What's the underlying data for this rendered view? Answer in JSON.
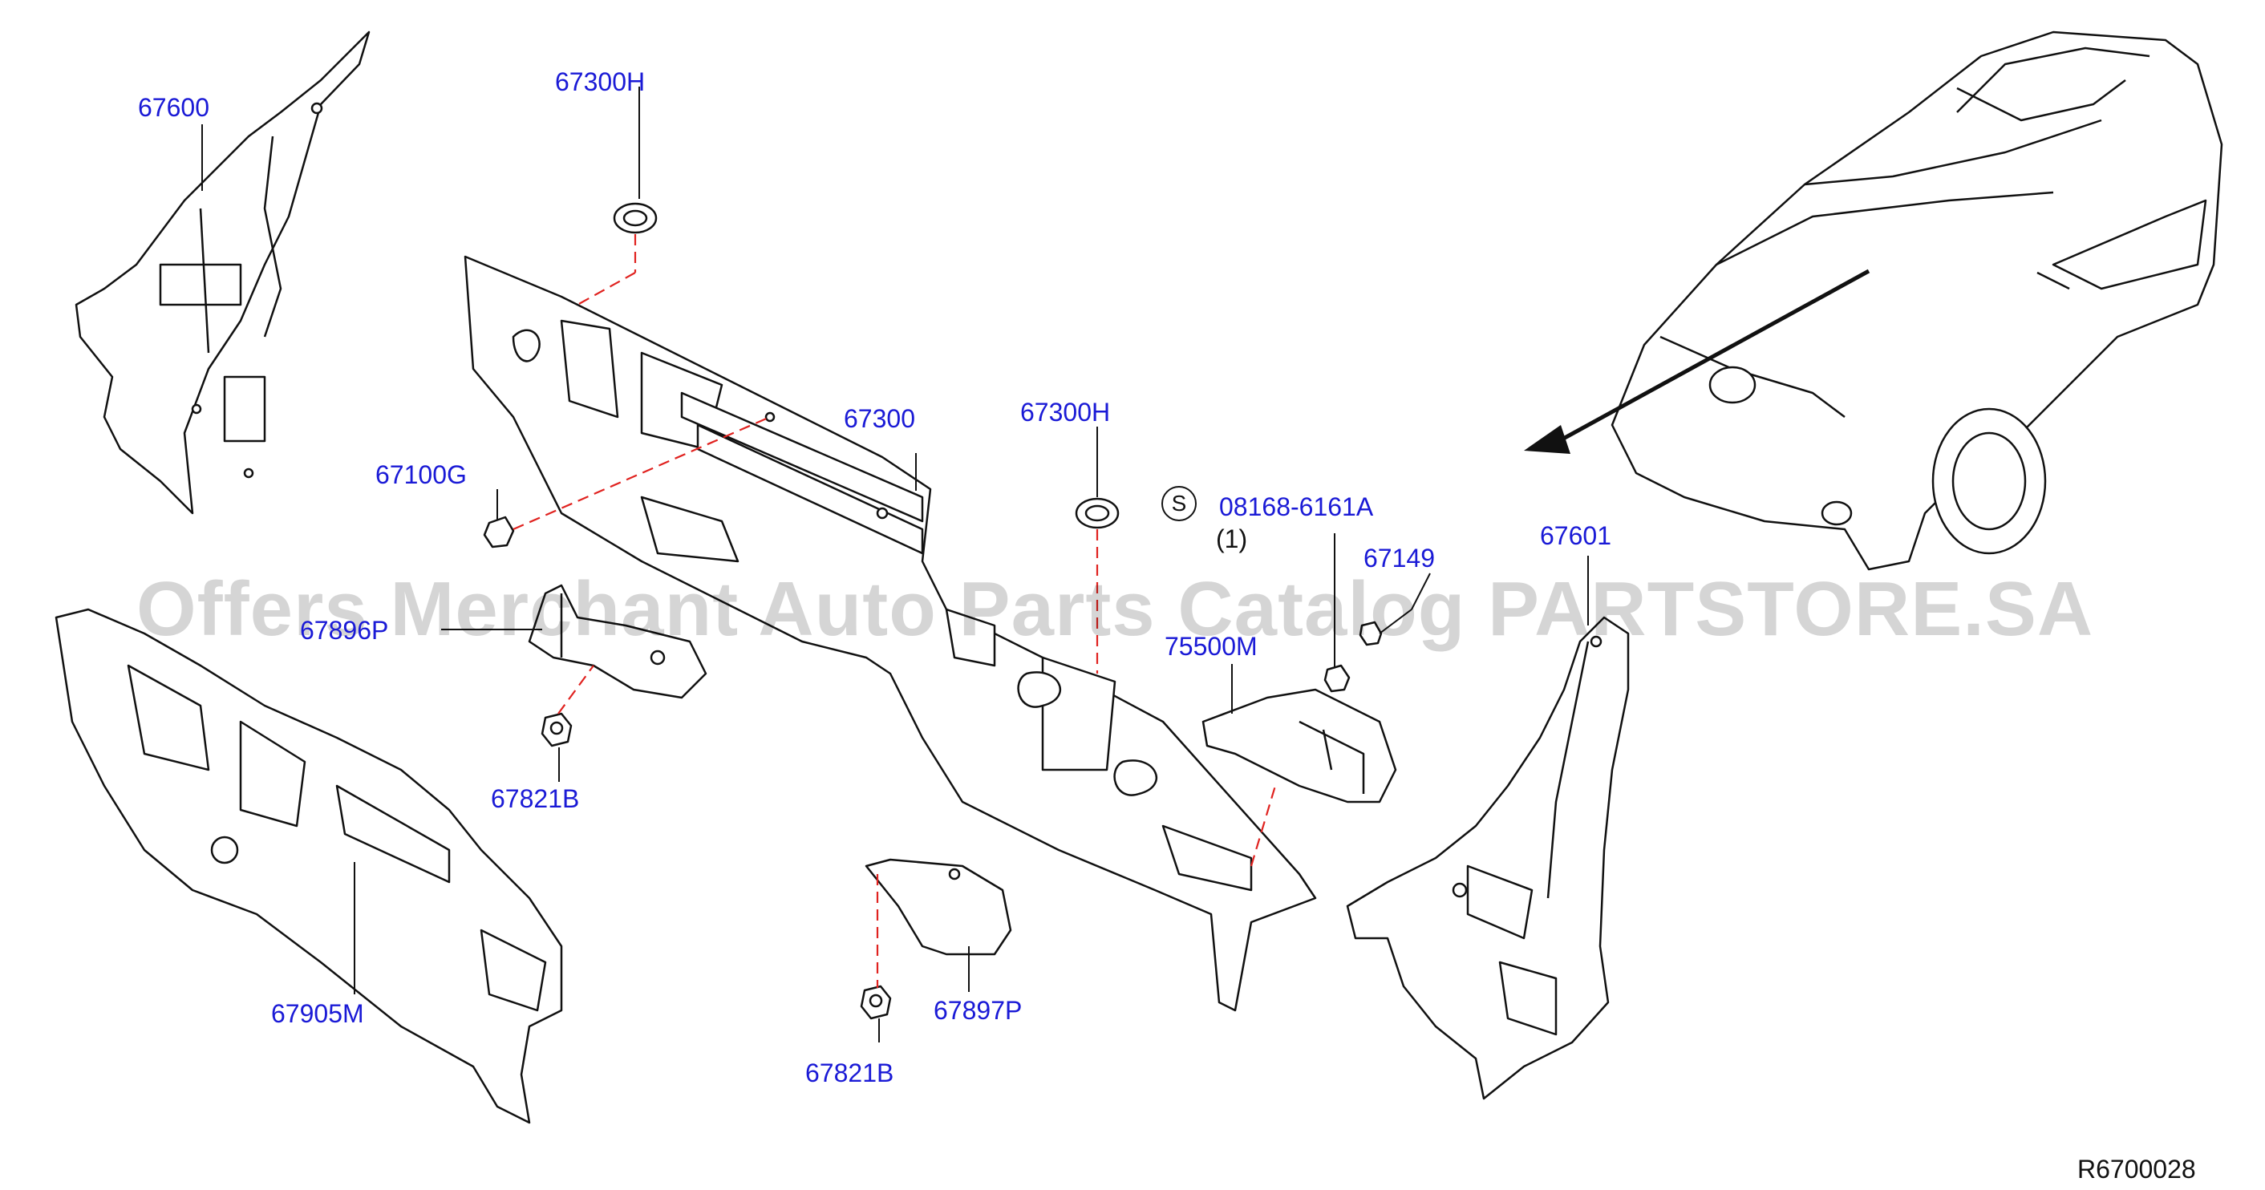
{
  "watermark": "Offers Merchant Auto Parts Catalog PARTSTORE.SA",
  "diagram_code": "R6700028",
  "symbol_s": "S",
  "labels": {
    "p67600": "67600",
    "p67300H_top": "67300H",
    "p67100G": "67100G",
    "p67896P": "67896P",
    "p67821B_left": "67821B",
    "p67300": "67300",
    "p67300H_mid": "67300H",
    "p08168": "08168-6161A",
    "p08168_qty": "(1)",
    "p67149": "67149",
    "p75500M": "75500M",
    "p67601": "67601",
    "p67905M": "67905M",
    "p67897P": "67897P",
    "p67821B_bottom": "67821B"
  },
  "colors": {
    "label": "#1a1ad6",
    "line": "#111111",
    "dash": "#e0221f",
    "part_fill": "#ffffff"
  }
}
